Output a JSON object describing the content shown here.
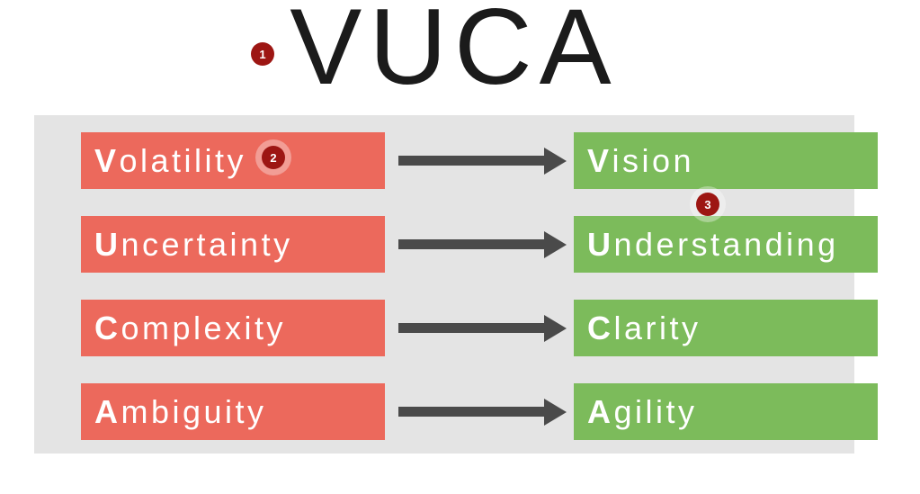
{
  "title": "VUCA",
  "colors": {
    "negative_box": "#ec695c",
    "positive_box": "#7cbb5b",
    "arrow": "#4a4a4a",
    "badge": "#9d1613",
    "panel_background": "#e4e4e4",
    "title_text": "#1b1b1b",
    "box_text": "#ffffff"
  },
  "rows": [
    {
      "left_initial": "V",
      "left_rest": "olatility",
      "right_initial": "V",
      "right_rest": "ision"
    },
    {
      "left_initial": "U",
      "left_rest": "ncertainty",
      "right_initial": "U",
      "right_rest": "nderstanding"
    },
    {
      "left_initial": "C",
      "left_rest": "omplexity",
      "right_initial": "C",
      "right_rest": "larity"
    },
    {
      "left_initial": "A",
      "left_rest": "mbiguity",
      "right_initial": "A",
      "right_rest": "gility"
    }
  ],
  "annotations": [
    {
      "number": "1"
    },
    {
      "number": "2"
    },
    {
      "number": "3"
    }
  ]
}
